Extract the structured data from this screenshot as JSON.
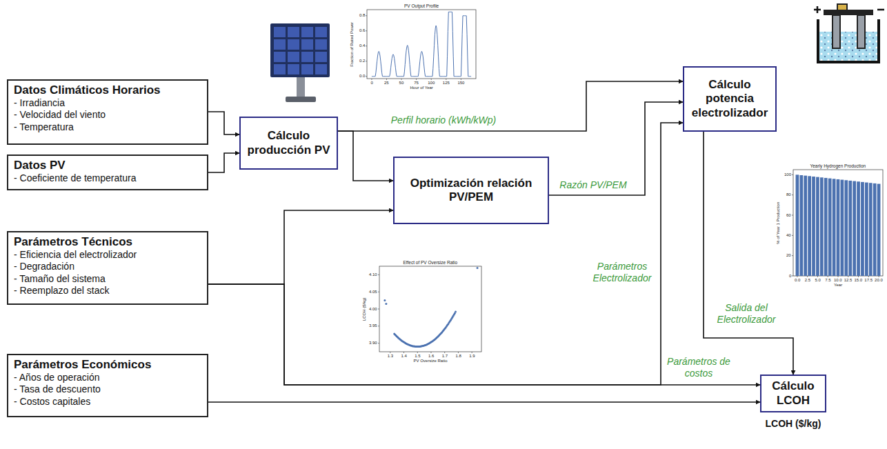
{
  "diagram": {
    "nodes": [
      {
        "text": [
          "Datos Climáticos Horarios",
          "- Irradiancia",
          "- Velocidad del viento",
          "- Temperatura"
        ]
      },
      {
        "text": [
          "Datos PV",
          "- Coeficiente de temperatura"
        ]
      },
      {
        "text": [
          "Parámetros Técnicos",
          "- Eficiencia del electrolizador",
          "- Degradación",
          "- Tamaño del sistema",
          "- Reemplazo del stack"
        ]
      },
      {
        "text": [
          "Parámetros Económicos",
          "- Años de operación",
          "- Tasa de descuento",
          "- Costos capitales"
        ]
      },
      {
        "text": [
          "Cálculo producción PV"
        ]
      },
      {
        "text": [
          "Optimización relación PV/PEM"
        ]
      },
      {
        "text": [
          "Cálculo potencia electrolizador"
        ]
      },
      {
        "text": [
          "Cálculo LCOH"
        ]
      }
    ],
    "edges": [
      {
        "from": 0,
        "to": 4,
        "arrow": "to"
      },
      {
        "from": 1,
        "to": 4,
        "arrow": "to"
      },
      {
        "from": 4,
        "to": 6,
        "label": "Perfil horario (kWh/kWp)",
        "arrow": "to"
      },
      {
        "from": 4,
        "to": 5,
        "arrow": "to"
      },
      {
        "from": 2,
        "to": 5,
        "arrow": "to"
      },
      {
        "from": 5,
        "to": 6,
        "label": "Razón PV/PEM",
        "arrow": "to"
      },
      {
        "from": 2,
        "to": 6,
        "label": "Parámetros Electrolizador",
        "arrow": "to"
      },
      {
        "from": 2,
        "to": 7,
        "label": "Parámetros de costos",
        "arrow": "to"
      },
      {
        "from": 3,
        "to": 7,
        "arrow": "to"
      },
      {
        "from": 6,
        "to": 7,
        "label": "Salida del Electrolizador",
        "arrow": "to"
      }
    ],
    "labels": [
      "PV Output Profile",
      "Fraction of Rated Power",
      "Hour of Year",
      "0.0",
      "0.2",
      "0.4",
      "0.6",
      "0.8",
      "0",
      "25",
      "50",
      "75",
      "100",
      "125",
      "150",
      "Effect of PV Oversize Ratio",
      "LCOH ($/kg)",
      "PV Oversize Ratio",
      "3.90",
      "3.95",
      "4.00",
      "4.05",
      "4.10",
      "1.3",
      "1.4",
      "1.5",
      "1.6",
      "1.7",
      "1.8",
      "1.9",
      "Yearly Hydrogen Production",
      "% of Year 1 Production",
      "Year",
      "0",
      "20",
      "40",
      "60",
      "80",
      "100",
      "0.0",
      "2.5",
      "5.0",
      "7.5",
      "10.0",
      "12.5",
      "15.0",
      "17.5",
      "20.0",
      "LCOH ($/kg)"
    ]
  }
}
